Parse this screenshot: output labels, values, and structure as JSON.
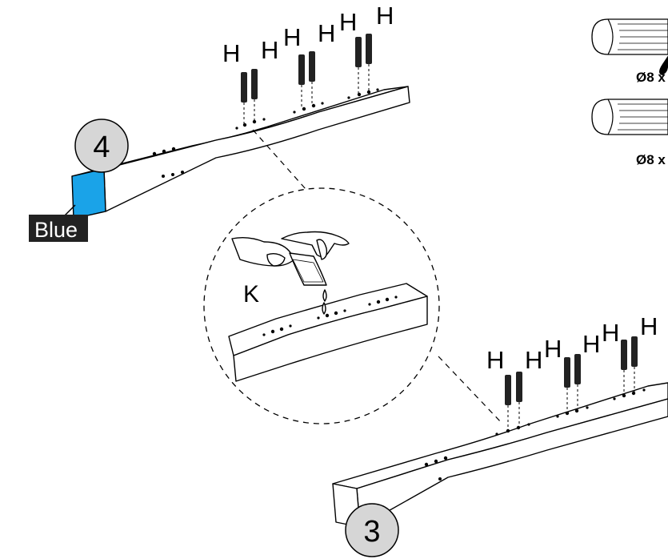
{
  "steps": {
    "top": "4",
    "bottom": "3"
  },
  "color_tag": {
    "label": "Blue",
    "swatch_color": "#1aa3e8"
  },
  "glue_label": "K",
  "dowel_label": "H",
  "dowel_specs": {
    "first": "Ø8 x",
    "second": "Ø8 x"
  },
  "top_beam_h_labels": [
    "H",
    "H",
    "H",
    "H",
    "H",
    "H"
  ],
  "bottom_beam_h_labels": [
    "H",
    "H",
    "H",
    "H",
    "H",
    "H"
  ]
}
